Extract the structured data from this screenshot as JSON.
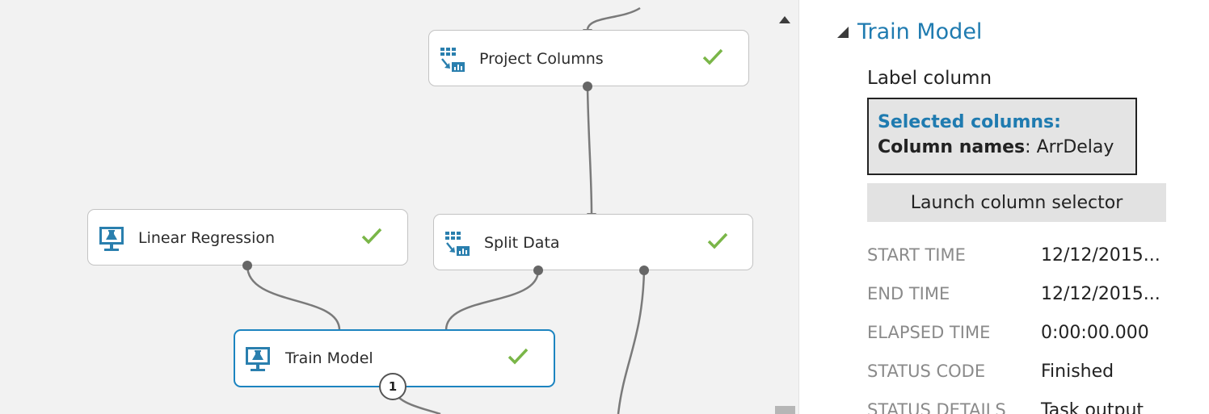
{
  "colors": {
    "canvas_bg": "#f2f2f2",
    "edge": "#7a7a7a",
    "accent": "#1f7bb0",
    "check": "#7ab648",
    "selected_border": "#1c84c0"
  },
  "canvas": {
    "modules": [
      {
        "label": "Project Columns",
        "icon": "table-transform-icon",
        "status": "finished-check-icon",
        "selected": false
      },
      {
        "label": "Linear Regression",
        "icon": "model-flask-icon",
        "status": "finished-check-icon",
        "selected": false
      },
      {
        "label": "Split Data",
        "icon": "table-transform-icon",
        "status": "finished-check-icon",
        "selected": false
      },
      {
        "label": "Train Model",
        "icon": "model-flask-icon",
        "status": "finished-check-icon",
        "selected": true
      }
    ],
    "train_model_badge": "1"
  },
  "panel": {
    "section_title": "Train Model",
    "label_column_caption": "Label column",
    "selected_columns_heading": "Selected columns:",
    "column_names_label": "Column names",
    "column_names_sep": ": ",
    "column_names_value": "ArrDelay",
    "launch_button": "Launch column selector",
    "properties": [
      {
        "key": "START TIME",
        "value": "12/12/2015..."
      },
      {
        "key": "END TIME",
        "value": "12/12/2015..."
      },
      {
        "key": "ELAPSED TIME",
        "value": "0:00:00.000"
      },
      {
        "key": "STATUS CODE",
        "value": "Finished"
      },
      {
        "key": "STATUS DETAILS",
        "value": "Task output"
      }
    ]
  }
}
